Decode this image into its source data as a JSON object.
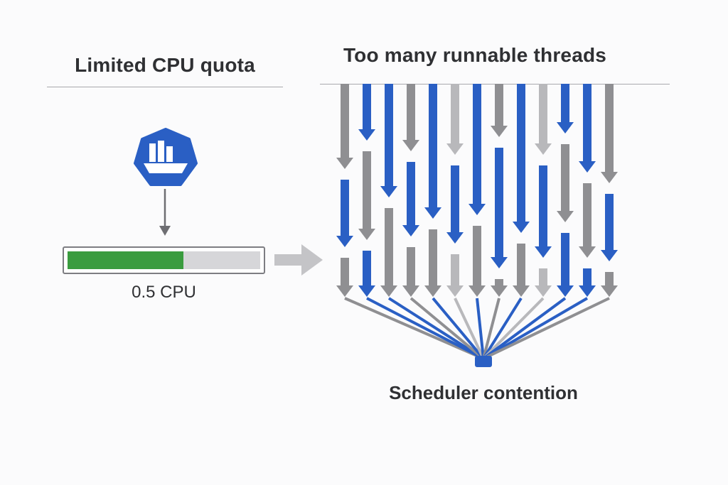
{
  "left_panel": {
    "title": "Limited CPU quota",
    "node_icon": "kubernetes-node-icon",
    "cpu_quota_label": "0.5 CPU",
    "cpu_quota_fill_fraction": 0.6
  },
  "right_panel": {
    "title": "Too many runnable threads",
    "caption": "Scheduler contention"
  },
  "colors": {
    "blue": "#2a5fc4",
    "gray": "#8f8f92",
    "light_gray": "#b8b8bb",
    "green": "#3a9c3f",
    "text": "#2f3033"
  }
}
